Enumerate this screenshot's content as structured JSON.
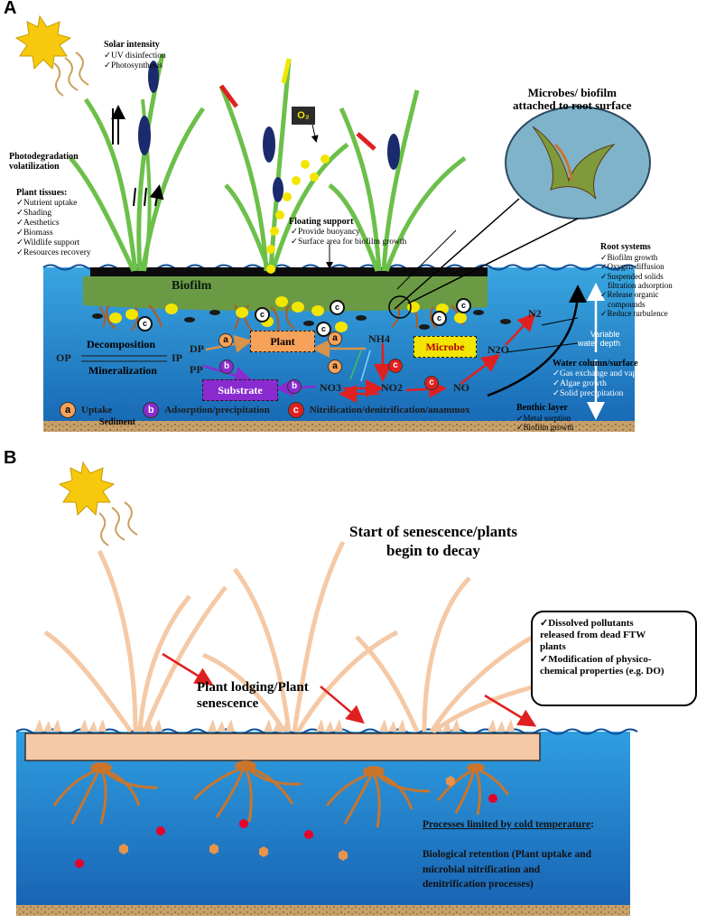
{
  "panels": {
    "a": "A",
    "b": "B"
  },
  "panel_a": {
    "solar_title": "Solar intensity",
    "solar_items": [
      "✓UV disinfection",
      "✓Photosynthesis"
    ],
    "photodeg": [
      "Photodegradation",
      "volatilization"
    ],
    "plant_title": "Plant tissues:",
    "plant_items": [
      "✓Nutrient uptake",
      "✓Shading",
      "✓Aesthetics",
      "✓Biomass",
      "✓Wildlife support",
      "✓Resources recovery"
    ],
    "o2": "O₂",
    "microbes_title": [
      "Microbes/ biofilm",
      "attached to root surface"
    ],
    "floating_title": "Floating support",
    "floating_items": [
      "✓Provide buoyancy",
      "✓Surface area for biofilm growth"
    ],
    "root_title": "Root systems",
    "root_items": [
      "✓Biofilm growth",
      "✓Oxygen diffusion",
      "✓Suspended solids",
      "filtration adsorption",
      "✓Release organic",
      "compounds",
      "✓Reduce turbulence"
    ],
    "biofilm": "Biofilm",
    "variable_depth": [
      "Variable",
      "water depth"
    ],
    "water_title": "Water column/surface",
    "water_items": [
      "✓Gas exchange and vaporization",
      "✓Algae growth",
      "✓Solid precipitation"
    ],
    "benthic_title": "Benthic layer",
    "benthic_items": [
      "✓Metal sorption",
      "✓Biofilm growth"
    ],
    "decomposition": "Decomposition",
    "mineralization": "Mineralization",
    "species": {
      "op": "OP",
      "ip": "IP",
      "dp": "DP",
      "pp": "PP",
      "nh4": "NH4",
      "no3": "NO3",
      "no2": "NO2",
      "no": "NO",
      "n2o": "N2O",
      "n2": "N2"
    },
    "plant_box": "Plant",
    "microbe_box": "Microbe",
    "substrate_box": "Substrate",
    "sediment": "Sediment",
    "markers": {
      "a": "a",
      "b": "b",
      "c": "c"
    },
    "legend": {
      "a": "Uptake",
      "b": "Adsorption/precipitation",
      "c": "Nitrification/denitrification/anammox"
    },
    "colors": {
      "water": "#1f86c9",
      "sediment": "#c8a06a",
      "biofilm": "#6f9a3c",
      "plant": "#6cc04a",
      "cattail": "#1a2a6c",
      "yellow": "#f2e600",
      "red_arrow": "#e02020"
    }
  },
  "panel_b": {
    "title": [
      "Start of senescence/plants",
      "begin to decay"
    ],
    "lodging": [
      "Plant lodging/Plant",
      "senescence"
    ],
    "box_items": [
      "✓Dissolved pollutants",
      "released from dead FTW",
      "plants",
      "✓Modification of physico-",
      "chemical properties (e.g. DO)"
    ],
    "limited_title": "Processes limited by cold temperature",
    "limited_colon": ":",
    "retention": [
      "Biological retention (Plant uptake and",
      "microbial  nitrification and",
      "denitrification processes)"
    ],
    "colors": {
      "dead_plant": "#f5c9a6",
      "root": "#c9752c"
    }
  }
}
